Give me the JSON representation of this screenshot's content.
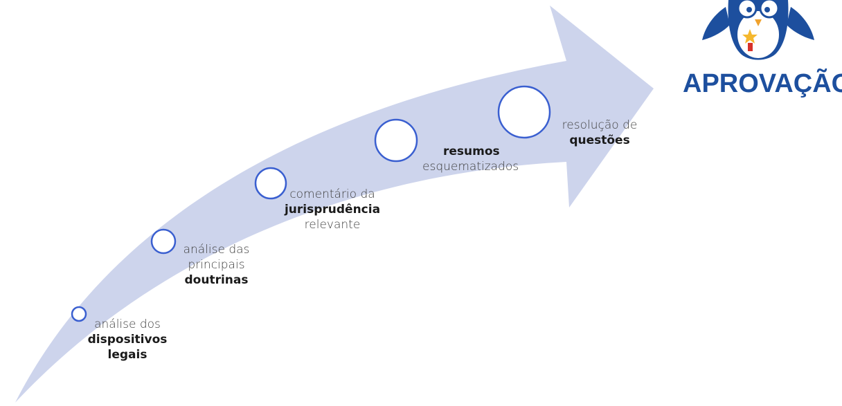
{
  "colors": {
    "arrow": "#cdd4ec",
    "circle_stroke": "#3a5fd0",
    "title": "#1d4f9e"
  },
  "logo": {
    "icon": "owl-mascot-icon"
  },
  "title": "APROVAÇÃO",
  "steps": [
    {
      "pre": "análise dos",
      "bold": "dispositivos",
      "post": "legais"
    },
    {
      "pre": "análise das",
      "mid": "principais",
      "bold": "doutrinas"
    },
    {
      "pre": "comentário da",
      "bold": "jurisprudência",
      "post": "relevante"
    },
    {
      "bold": "resumos",
      "post": "esquematizados"
    },
    {
      "pre": "resolução de",
      "bold": "questões"
    }
  ]
}
